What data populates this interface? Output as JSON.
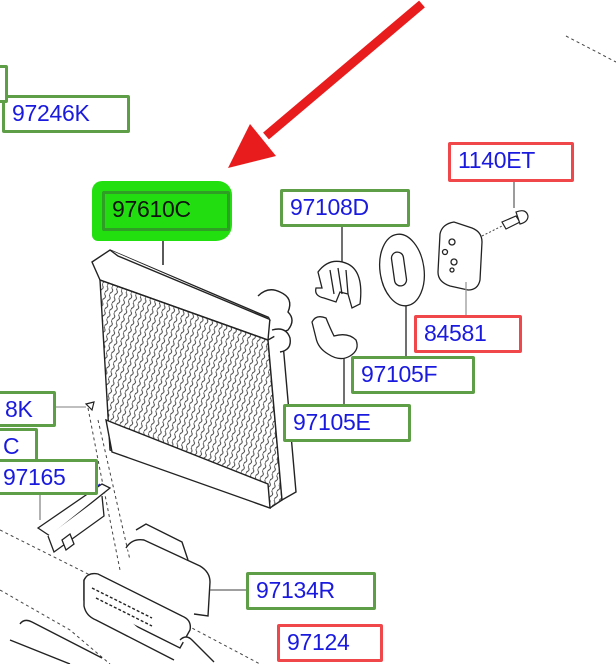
{
  "diagram": {
    "type": "exploded-parts-diagram",
    "subject": "HVAC evaporator core assembly",
    "colors": {
      "callout_border_green": "#5e9e46",
      "callout_border_red": "#f0474b",
      "callout_text": "#1a1adf",
      "highlight": "#22dd10",
      "arrow": "#e81c1c",
      "line_art": "#222222"
    },
    "arrow": {
      "color": "#e81c1c",
      "points_to": "97610C"
    },
    "callouts": [
      {
        "id": "97246K",
        "label": "97246K",
        "border": "green",
        "highlighted": false
      },
      {
        "id": "97610C",
        "label": "97610C",
        "border": "green",
        "highlighted": true
      },
      {
        "id": "97108D",
        "label": "97108D",
        "border": "green",
        "highlighted": false
      },
      {
        "id": "1140ET",
        "label": "1140ET",
        "border": "red",
        "highlighted": false
      },
      {
        "id": "84581",
        "label": "84581",
        "border": "red",
        "highlighted": false
      },
      {
        "id": "97105F",
        "label": "97105F",
        "border": "green",
        "highlighted": false
      },
      {
        "id": "97105E",
        "label": "97105E",
        "border": "green",
        "highlighted": false
      },
      {
        "id": "8K",
        "label": "8K",
        "border": "green",
        "highlighted": false
      },
      {
        "id": "C",
        "label": "C",
        "border": "green",
        "highlighted": false
      },
      {
        "id": "97165",
        "label": "97165",
        "border": "green",
        "highlighted": false
      },
      {
        "id": "97134R",
        "label": "97134R",
        "border": "green",
        "highlighted": false
      },
      {
        "id": "97124",
        "label": "97124",
        "border": "red",
        "highlighted": false
      }
    ]
  }
}
